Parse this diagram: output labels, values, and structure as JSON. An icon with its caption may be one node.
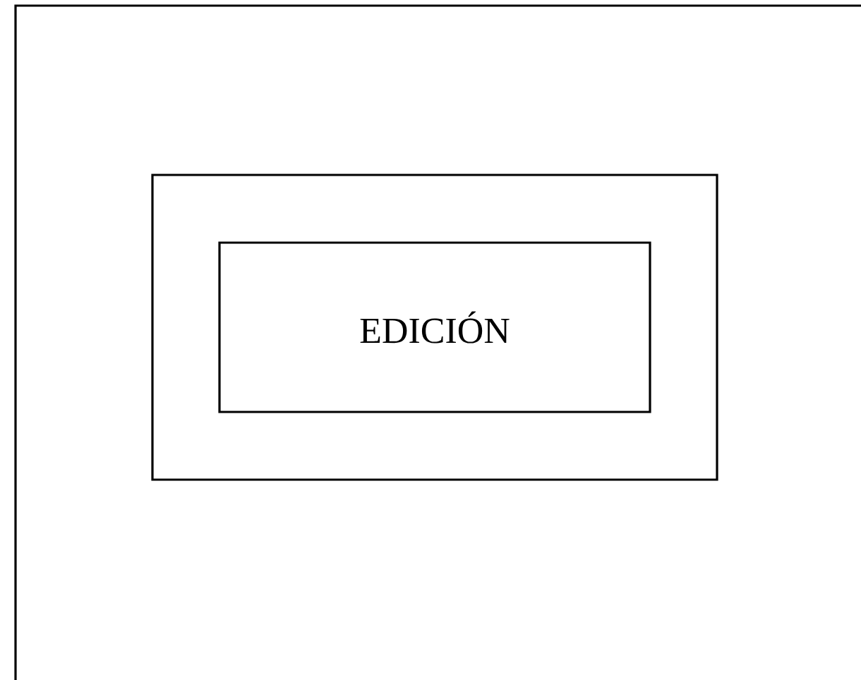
{
  "diagram": {
    "nodes": [
      {
        "text": [],
        "shape": "box"
      },
      {
        "text": [
          "EDICIÓN"
        ],
        "in": 0
      }
    ]
  }
}
